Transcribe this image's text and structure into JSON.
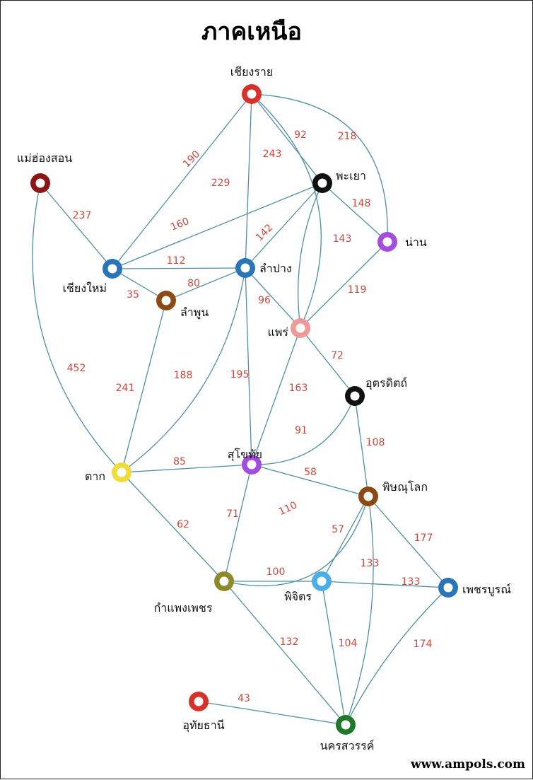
{
  "title": "ภาคเหนือ",
  "footer": "www.ampols.com",
  "cities": {
    "chiangrai": {
      "name": "เชียงราย",
      "color": "#d8312a"
    },
    "maehongson": {
      "name": "แม่ฮ่องสอน",
      "color": "#8b1414"
    },
    "phayao": {
      "name": "พะเยา",
      "color": "#111111"
    },
    "nan": {
      "name": "น่าน",
      "color": "#a24ce0"
    },
    "chiangmai": {
      "name": "เชียงใหม่",
      "color": "#2a74b8"
    },
    "lampang": {
      "name": "ลำปาง",
      "color": "#2a74b8"
    },
    "lamphun": {
      "name": "ลำพูน",
      "color": "#8b4a14"
    },
    "phrae": {
      "name": "แพร่",
      "color": "#f09a98"
    },
    "uttaradit": {
      "name": "อุตรดิตถ์",
      "color": "#111111"
    },
    "tak": {
      "name": "ตาก",
      "color": "#f0dc3a"
    },
    "sukhothai": {
      "name": "สุโขทัย",
      "color": "#a24ce0"
    },
    "phitsanulok": {
      "name": "พิษณุโลก",
      "color": "#8b4a14"
    },
    "kamphaengphet": {
      "name": "กำแพงเพชร",
      "color": "#8e8a2a"
    },
    "phichit": {
      "name": "พิจิตร",
      "color": "#4aaee8"
    },
    "phetchabun": {
      "name": "เพชรบูรณ์",
      "color": "#2a74b8"
    },
    "uthaithani": {
      "name": "อุทัยธานี",
      "color": "#d8312a"
    },
    "nakhonsawan": {
      "name": "นครสวรรค์",
      "color": "#1e7a2a"
    }
  },
  "edges": [
    {
      "from": "chiangrai",
      "to": "chiangmai",
      "distance": "190"
    },
    {
      "from": "chiangrai",
      "to": "lampang",
      "distance": "229"
    },
    {
      "from": "chiangrai",
      "to": "phrae",
      "distance": "243"
    },
    {
      "from": "chiangrai",
      "to": "phayao",
      "distance": "92"
    },
    {
      "from": "chiangrai",
      "to": "nan",
      "distance": "218"
    },
    {
      "from": "maehongson",
      "to": "chiangmai",
      "distance": "237"
    },
    {
      "from": "maehongson",
      "to": "tak",
      "distance": "452"
    },
    {
      "from": "phayao",
      "to": "chiangmai",
      "distance": "160"
    },
    {
      "from": "phayao",
      "to": "lampang",
      "distance": "142"
    },
    {
      "from": "phayao",
      "to": "phrae",
      "distance": "143"
    },
    {
      "from": "phayao",
      "to": "nan",
      "distance": "148"
    },
    {
      "from": "nan",
      "to": "phrae",
      "distance": "119"
    },
    {
      "from": "chiangmai",
      "to": "lampang",
      "distance": "112"
    },
    {
      "from": "chiangmai",
      "to": "lamphun",
      "distance": "35"
    },
    {
      "from": "lamphun",
      "to": "lampang",
      "distance": "80"
    },
    {
      "from": "lamphun",
      "to": "tak",
      "distance": "241"
    },
    {
      "from": "lampang",
      "to": "phrae",
      "distance": "96"
    },
    {
      "from": "lampang",
      "to": "tak",
      "distance": "188"
    },
    {
      "from": "lampang",
      "to": "sukhothai",
      "distance": "195"
    },
    {
      "from": "phrae",
      "to": "uttaradit",
      "distance": "72"
    },
    {
      "from": "phrae",
      "to": "sukhothai",
      "distance": "163"
    },
    {
      "from": "uttaradit",
      "to": "sukhothai",
      "distance": "91"
    },
    {
      "from": "uttaradit",
      "to": "phitsanulok",
      "distance": "108"
    },
    {
      "from": "tak",
      "to": "sukhothai",
      "distance": "85"
    },
    {
      "from": "tak",
      "to": "kamphaengphet",
      "distance": "62"
    },
    {
      "from": "sukhothai",
      "to": "phitsanulok",
      "distance": "58"
    },
    {
      "from": "sukhothai",
      "to": "kamphaengphet",
      "distance": "71"
    },
    {
      "from": "phitsanulok",
      "to": "kamphaengphet",
      "distance": "110"
    },
    {
      "from": "phitsanulok",
      "to": "phichit",
      "distance": "57"
    },
    {
      "from": "phitsanulok",
      "to": "nakhonsawan",
      "distance": "133"
    },
    {
      "from": "phitsanulok",
      "to": "phetchabun",
      "distance": "177"
    },
    {
      "from": "kamphaengphet",
      "to": "phichit",
      "distance": "100"
    },
    {
      "from": "kamphaengphet",
      "to": "nakhonsawan",
      "distance": "132"
    },
    {
      "from": "phichit",
      "to": "phetchabun",
      "distance": "133"
    },
    {
      "from": "phichit",
      "to": "nakhonsawan",
      "distance": "104"
    },
    {
      "from": "phetchabun",
      "to": "nakhonsawan",
      "distance": "174"
    },
    {
      "from": "uthaithani",
      "to": "nakhonsawan",
      "distance": "43"
    }
  ]
}
